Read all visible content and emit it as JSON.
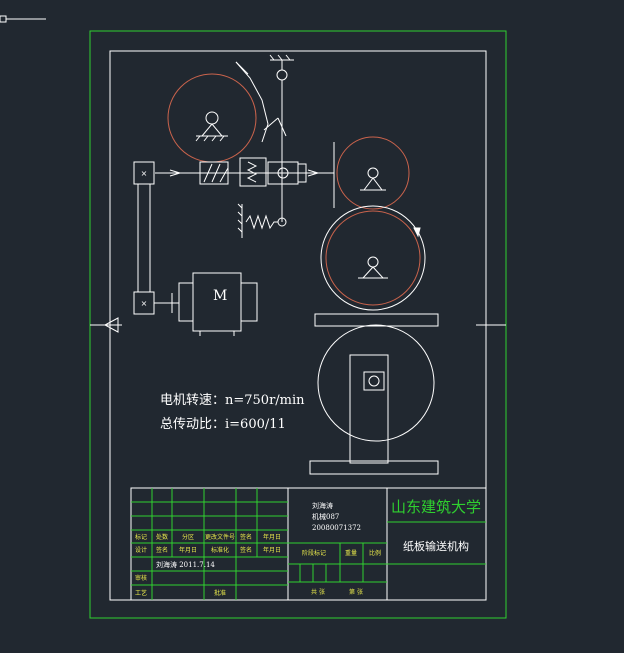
{
  "colors": {
    "background": "#212830",
    "outline": "#ffffff",
    "frame": "#2fd12f",
    "title_text": "#2fd12f",
    "cell_text": "#e9e94b",
    "arc": "#c9634c"
  },
  "drawing": {
    "motor_label": "M",
    "spec_speed": "电机转速：n=750r/min",
    "spec_ratio": "总传动比：i=600/11"
  },
  "title_block": {
    "university": "山东建筑大学",
    "drawing_title": "纸板输送机构",
    "student_name": "刘海涛",
    "student_class": "机械087",
    "student_id": "20080071372",
    "date_entry": "刘海涛 2011.7.14",
    "headers_row1": [
      "标记",
      "处数",
      "分区",
      "更改文件号",
      "签名",
      "年月日"
    ],
    "headers_row2": [
      "设计",
      "签名",
      "年月日",
      "标准化",
      "签名",
      "年月日"
    ],
    "row_approve": "审核",
    "row_process": "工艺",
    "row_approve2": "批准",
    "stage_mark": "阶段标记",
    "weight": "重量",
    "scale": "比例",
    "sheet_total": "共 张",
    "sheet_no": "第 张"
  }
}
